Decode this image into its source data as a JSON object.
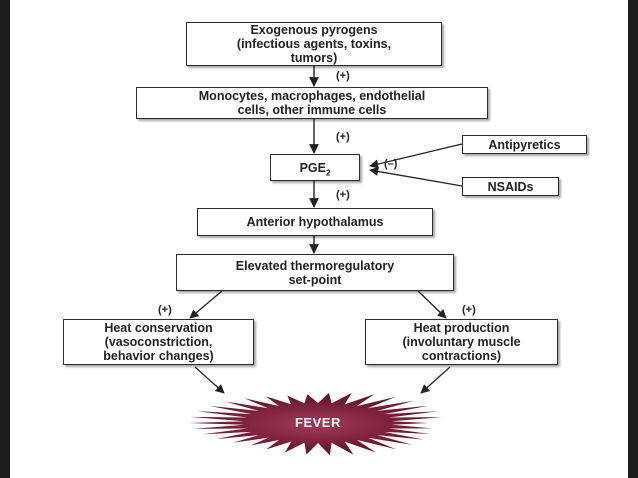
{
  "nodes": {
    "exogenous": {
      "line1": "Exogenous pyrogens",
      "line2": "(infectious agents, toxins,",
      "line3": "tumors)"
    },
    "monocytes": {
      "line1": "Monocytes, macrophages, endothelial",
      "line2": "cells, other immune cells"
    },
    "pge2": {
      "base": "PGE",
      "sub": "2"
    },
    "antipyretics": {
      "label": "Antipyretics"
    },
    "nsaids": {
      "label": "NSAIDs"
    },
    "hypothalamus": {
      "label": "Anterior hypothalamus"
    },
    "setpoint": {
      "line1": "Elevated thermoregulatory",
      "line2": "set-point"
    },
    "heat_conservation": {
      "line1": "Heat conservation",
      "line2": "(vasoconstriction,",
      "line3": "behavior changes)"
    },
    "heat_production": {
      "line1": "Heat production",
      "line2": "(involuntary muscle",
      "line3": "contractions)"
    },
    "fever": {
      "label": "FEVER"
    }
  },
  "signs": {
    "plus_1": "(+)",
    "plus_2": "(+)",
    "minus": "(–)",
    "plus_3": "(+)",
    "plus_left": "(+)",
    "plus_right": "(+)"
  },
  "colors": {
    "fever_fill": "#7a1f38",
    "fever_highlight": "#a23a58"
  }
}
